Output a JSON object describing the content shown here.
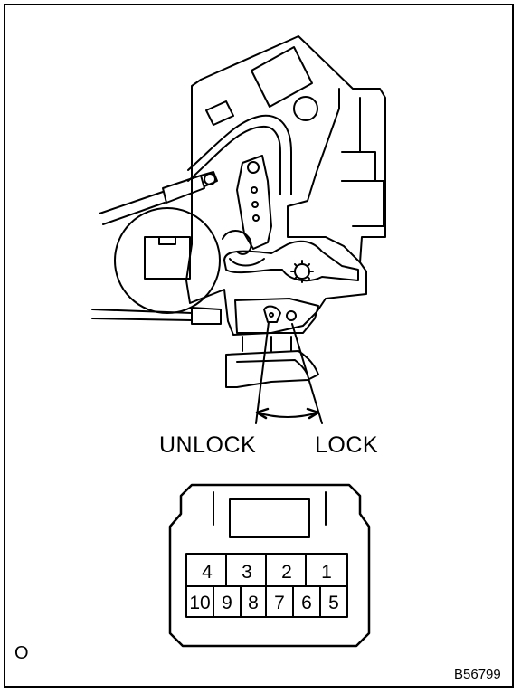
{
  "labels": {
    "unlock": "UNLOCK",
    "lock": "LOCK",
    "corner_mark": "O",
    "figure_code": "B56799"
  },
  "connector": {
    "top_row": [
      "4",
      "3",
      "2",
      "1"
    ],
    "bottom_row": [
      "10",
      "9",
      "8",
      "7",
      "6",
      "5"
    ]
  },
  "colors": {
    "line": "#000000",
    "background": "#ffffff"
  }
}
